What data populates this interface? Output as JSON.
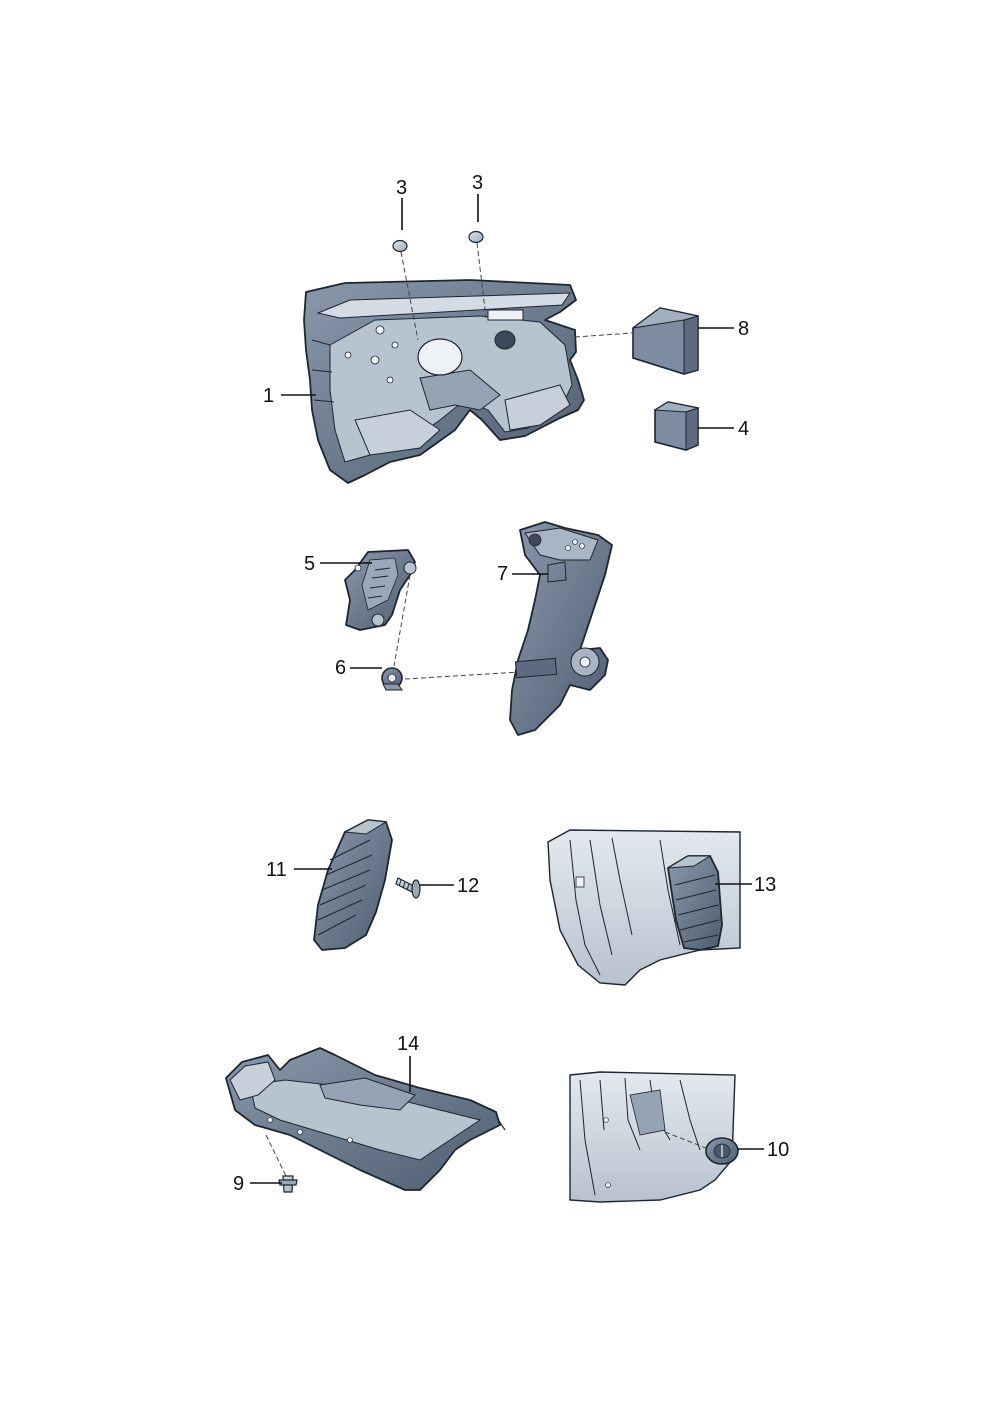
{
  "callouts": {
    "c1": "1",
    "c3a": "3",
    "c3b": "3",
    "c4": "4",
    "c5": "5",
    "c6": "6",
    "c7": "7",
    "c8": "8",
    "c9": "9",
    "c10": "10",
    "c11": "11",
    "c12": "12",
    "c13": "13",
    "c14": "14"
  },
  "colors": {
    "part_light": "#c9d2dd",
    "part_mid": "#a9b5c4",
    "part_dark": "#6f7e92",
    "part_shadow": "#4a586b",
    "outline": "#1d2530",
    "label": "#111111"
  }
}
